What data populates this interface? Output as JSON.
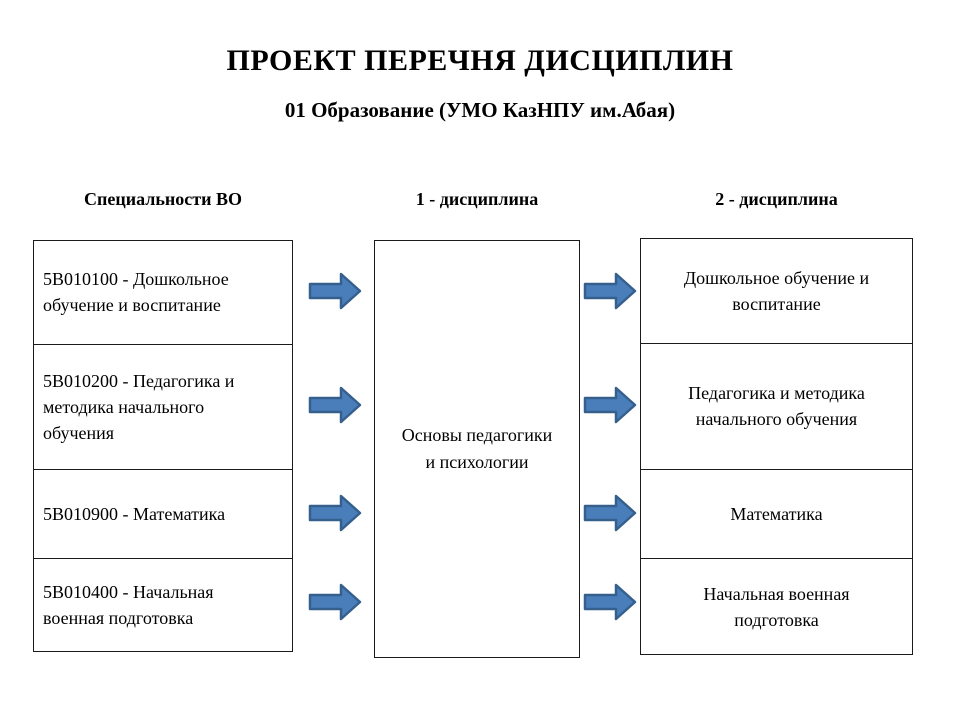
{
  "page": {
    "title": "ПРОЕКТ ПЕРЕЧНЯ ДИСЦИПЛИН",
    "subtitle": "01 Образование (УМО КазНПУ им.Абая)"
  },
  "headers": {
    "specialties": "Специальности ВО",
    "discipline1": "1 - дисциплина",
    "discipline2": "2 - дисциплина"
  },
  "specialties": {
    "items": [
      {
        "label": "5В010100 - Дошкольное\nобучение и воспитание"
      },
      {
        "label": "5В010200 - Педагогика и\nметодика начального\nобучения"
      },
      {
        "label": "5В010900 - Математика"
      },
      {
        "label": "5В010400 - Начальная\nвоенная подготовка"
      }
    ]
  },
  "discipline1": {
    "label": "Основы педагогики\nи психологии"
  },
  "discipline2": {
    "items": [
      {
        "label": "Дошкольное обучение и\nвоспитание"
      },
      {
        "label": "Педагогика и методика\nначального обучения"
      },
      {
        "label": "Математика"
      },
      {
        "label": "Начальная военная\nподготовка"
      }
    ]
  },
  "icons": {
    "arrow": "right-block-arrow"
  },
  "colors": {
    "background": "#ffffff",
    "text": "#000000",
    "box_border": "#1b1b1b",
    "arrow_fill": "#4a7ebb",
    "arrow_border": "#35608d"
  }
}
